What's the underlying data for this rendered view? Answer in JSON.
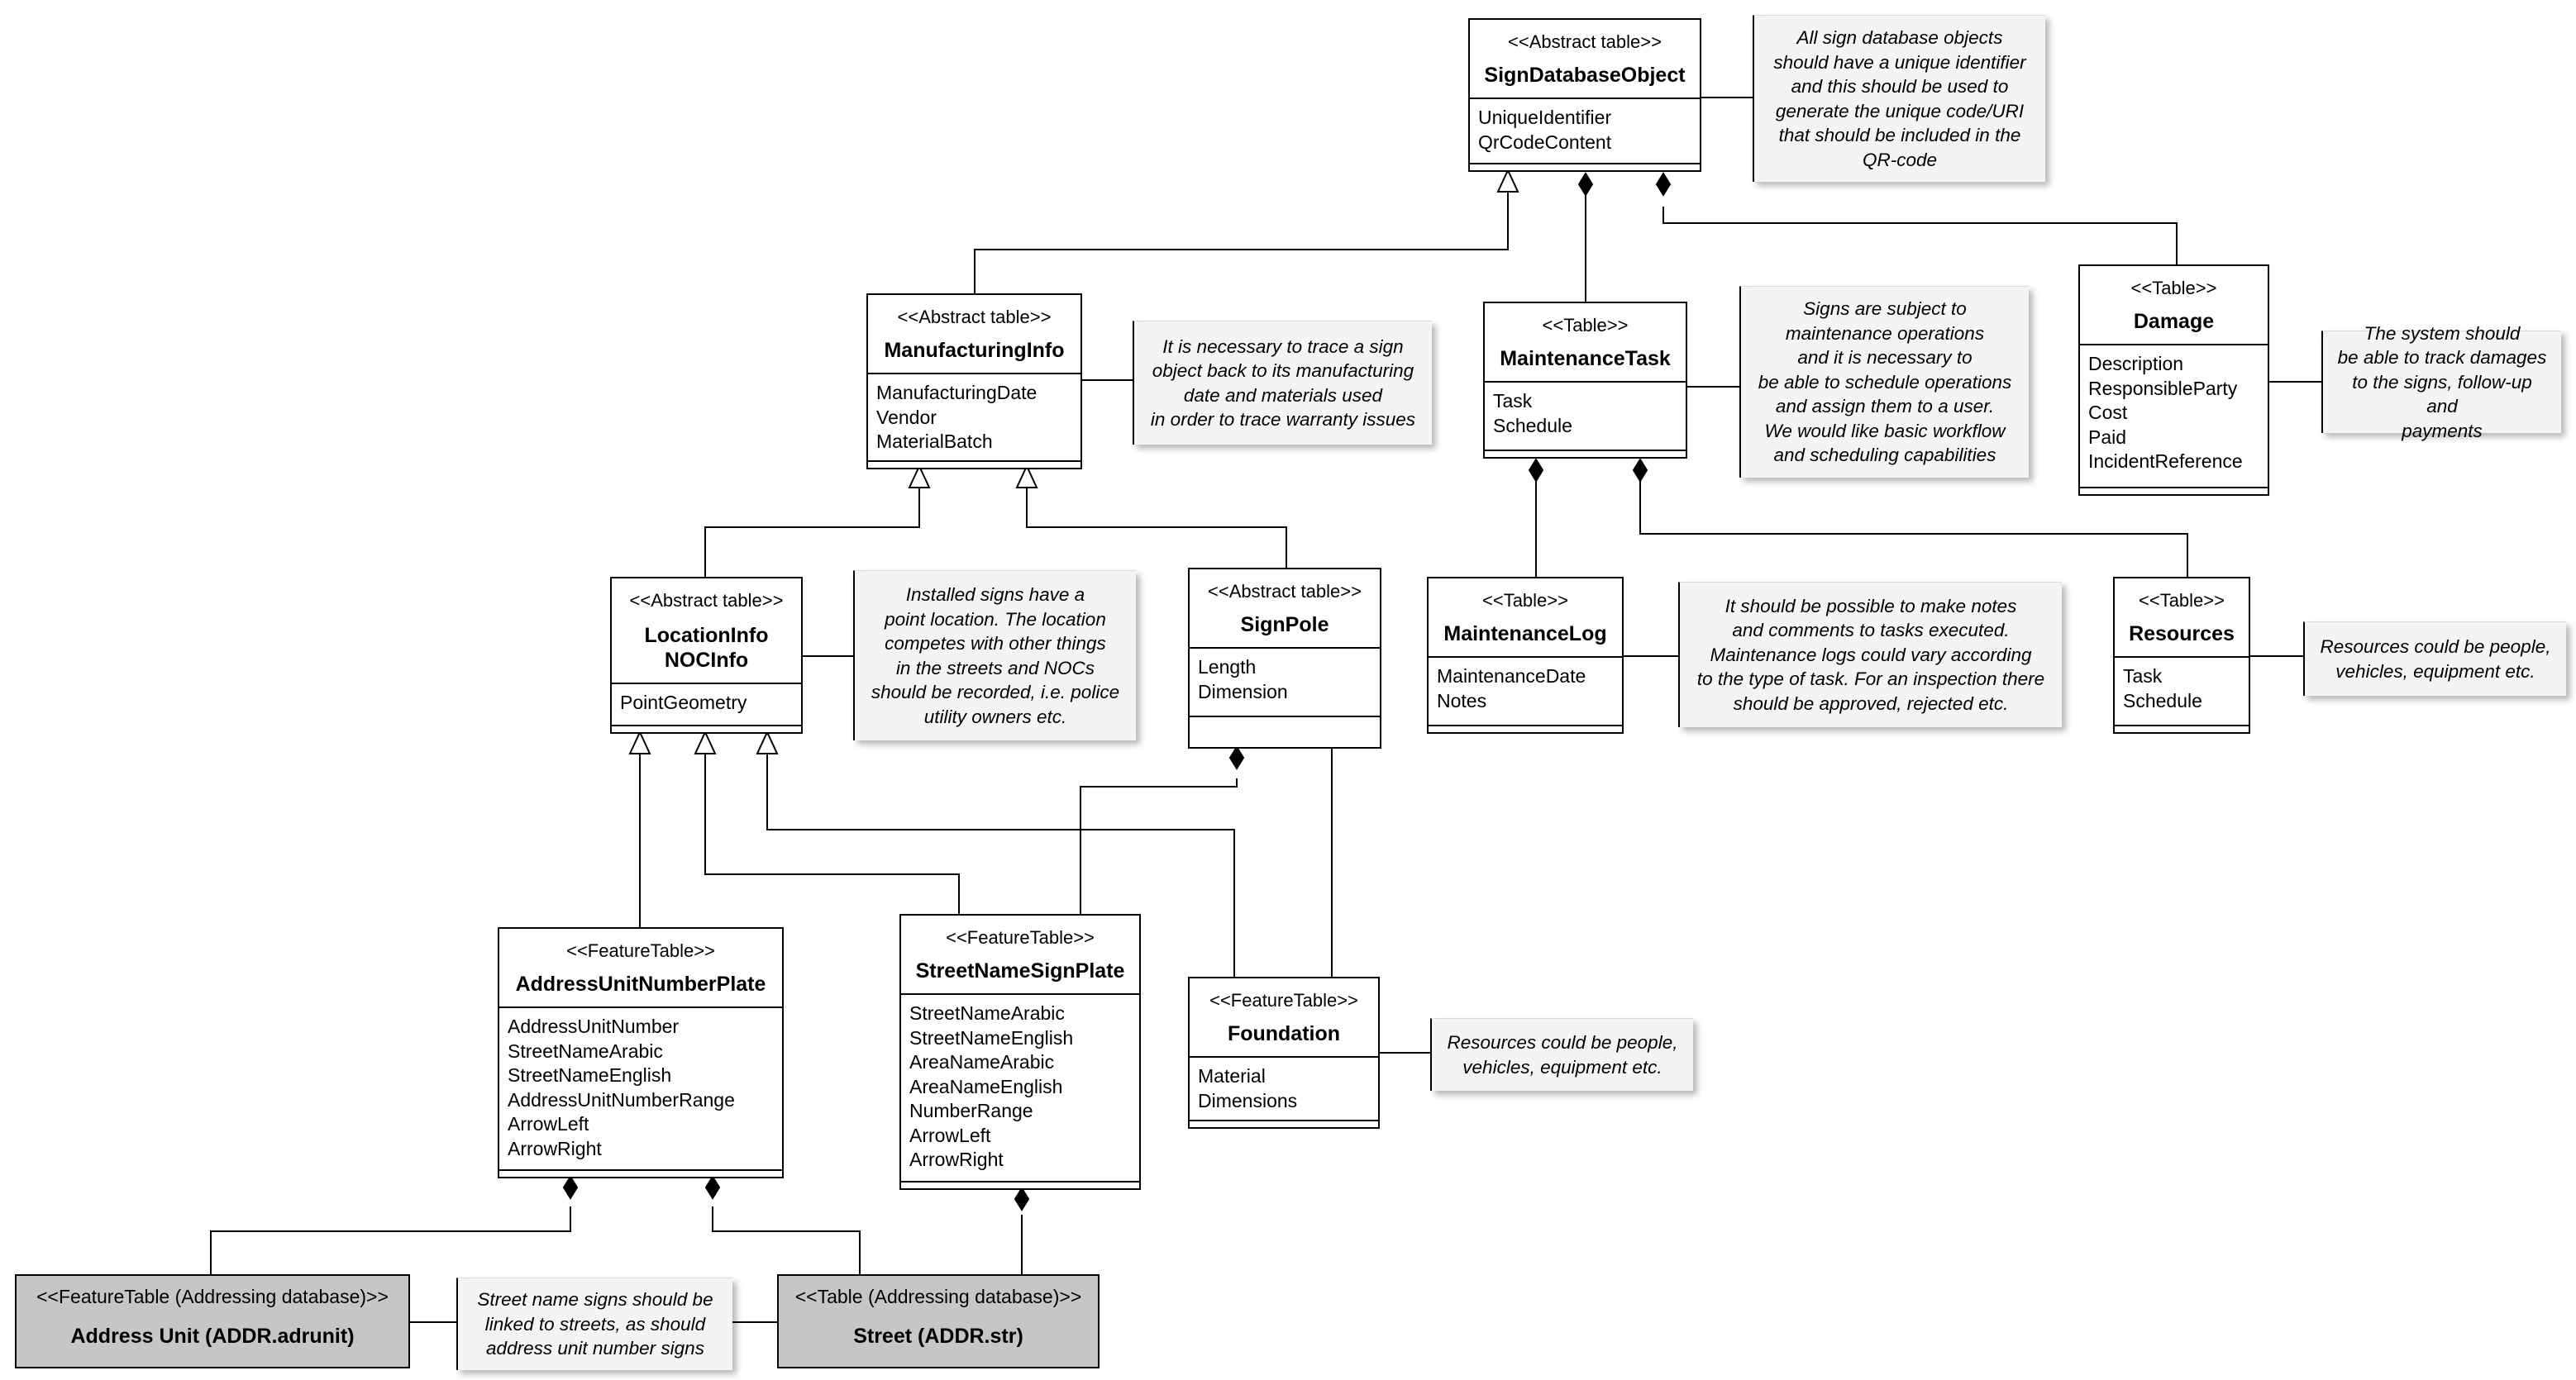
{
  "classes": {
    "sign_database_object": {
      "stereotype": "<<Abstract table>>",
      "name": "SignDatabaseObject",
      "attributes": [
        "UniqueIdentifier",
        "QrCodeContent"
      ]
    },
    "manufacturing_info": {
      "stereotype": "<<Abstract table>>",
      "name": "ManufacturingInfo",
      "attributes": [
        "ManufacturingDate",
        "Vendor",
        "MaterialBatch"
      ]
    },
    "maintenance_task": {
      "stereotype": "<<Table>>",
      "name": "MaintenanceTask",
      "attributes": [
        "Task",
        "Schedule"
      ]
    },
    "damage": {
      "stereotype": "<<Table>>",
      "name": "Damage",
      "attributes": [
        "Description",
        "ResponsibleParty",
        "Cost",
        "Paid",
        "IncidentReference"
      ]
    },
    "location_info": {
      "stereotype": "<<Abstract table>>",
      "name_line1": "LocationInfo",
      "name_line2": "NOCInfo",
      "attributes": [
        "PointGeometry"
      ]
    },
    "sign_pole": {
      "stereotype": "<<Abstract table>>",
      "name": "SignPole",
      "attributes": [
        "Length",
        "Dimension"
      ]
    },
    "maintenance_log": {
      "stereotype": "<<Table>>",
      "name": "MaintenanceLog",
      "attributes": [
        "MaintenanceDate",
        "Notes"
      ]
    },
    "resources": {
      "stereotype": "<<Table>>",
      "name": "Resources",
      "attributes": [
        "Task",
        "Schedule"
      ]
    },
    "address_unit_number_plate": {
      "stereotype": "<<FeatureTable>>",
      "name": "AddressUnitNumberPlate",
      "attributes": [
        "AddressUnitNumber",
        "StreetNameArabic",
        "StreetNameEnglish",
        "AddressUnitNumberRange",
        "ArrowLeft",
        "ArrowRight"
      ]
    },
    "street_name_sign_plate": {
      "stereotype": "<<FeatureTable>>",
      "name": "StreetNameSignPlate",
      "attributes": [
        "StreetNameArabic",
        "StreetNameEnglish",
        "AreaNameArabic",
        "AreaNameEnglish",
        "NumberRange",
        "ArrowLeft",
        "ArrowRight"
      ]
    },
    "foundation": {
      "stereotype": "<<FeatureTable>>",
      "name": "Foundation",
      "attributes": [
        "Material",
        "Dimensions"
      ]
    },
    "address_unit": {
      "stereotype": "<<FeatureTable (Addressing database)>>",
      "name": "Address Unit (ADDR.adrunit)"
    },
    "street": {
      "stereotype": "<<Table (Addressing database)>>",
      "name": "Street (ADDR.str)"
    }
  },
  "notes": {
    "sign_database_object": [
      "All sign database objects",
      "should have a unique identifier",
      "and this should be used to",
      "generate the unique code/URI",
      "that should be included in the",
      "QR-code"
    ],
    "manufacturing_info": [
      "It is necessary to trace a sign",
      "object back to its manufacturing",
      "date and materials used",
      "in order to trace warranty issues"
    ],
    "maintenance_task": [
      "Signs are subject to",
      "maintenance operations",
      "and it is necessary to",
      "be able to schedule operations",
      "and assign them to a user.",
      "We would like basic workflow",
      "and scheduling capabilities"
    ],
    "damage": [
      "The system should",
      "be able to track damages",
      "to the signs, follow-up and",
      "payments"
    ],
    "location_info": [
      "Installed signs have a",
      "point location. The location",
      "competes with other things",
      "in the streets and NOCs",
      "should be recorded, i.e. police",
      "utility owners etc."
    ],
    "maintenance_log": [
      "It should be possible to make notes",
      "and comments to tasks executed.",
      "Maintenance logs could vary according",
      "to the type of task. For an inspection there",
      "should be approved, rejected etc."
    ],
    "resources": [
      "Resources could be people,",
      "vehicles, equipment etc."
    ],
    "foundation": [
      "Resources could be people,",
      "vehicles, equipment etc."
    ],
    "street_link": [
      "Street name signs should be",
      "linked to streets, as should",
      "address unit number signs"
    ]
  }
}
